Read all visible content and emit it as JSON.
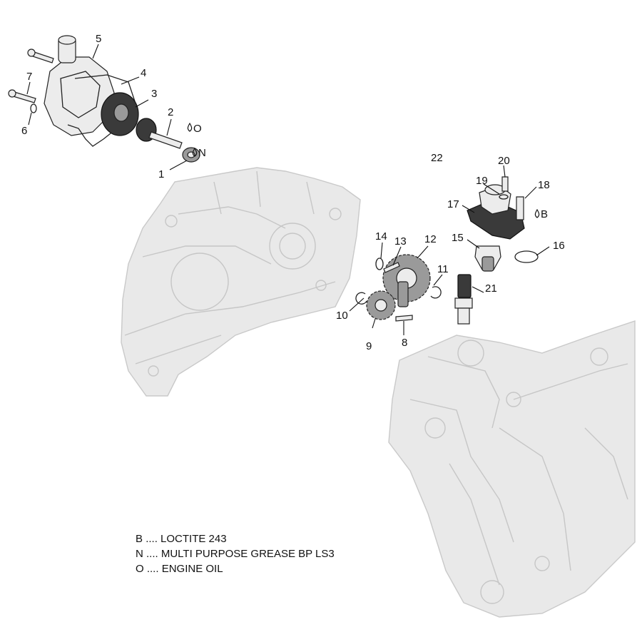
{
  "diagram": {
    "callouts": [
      {
        "id": "c1",
        "label": "1"
      },
      {
        "id": "c2",
        "label": "2"
      },
      {
        "id": "c3",
        "label": "3"
      },
      {
        "id": "c4",
        "label": "4"
      },
      {
        "id": "c5",
        "label": "5"
      },
      {
        "id": "c6",
        "label": "6"
      },
      {
        "id": "c7",
        "label": "7"
      },
      {
        "id": "c8",
        "label": "8"
      },
      {
        "id": "c9",
        "label": "9"
      },
      {
        "id": "c10",
        "label": "10"
      },
      {
        "id": "c11",
        "label": "11"
      },
      {
        "id": "c12",
        "label": "12"
      },
      {
        "id": "c13",
        "label": "13"
      },
      {
        "id": "c14",
        "label": "14"
      },
      {
        "id": "c15",
        "label": "15"
      },
      {
        "id": "c16",
        "label": "16"
      },
      {
        "id": "c17",
        "label": "17"
      },
      {
        "id": "c18",
        "label": "18"
      },
      {
        "id": "c19",
        "label": "19"
      },
      {
        "id": "c20",
        "label": "20"
      },
      {
        "id": "c21",
        "label": "21"
      },
      {
        "id": "c22",
        "label": "22"
      }
    ],
    "lube_marks": [
      {
        "id": "m2",
        "code": "O"
      },
      {
        "id": "m1",
        "code": "N"
      },
      {
        "id": "m18",
        "code": "B"
      }
    ]
  },
  "legend": [
    {
      "code": "B",
      "separator": "....",
      "text": "LOCTITE 243"
    },
    {
      "code": "N",
      "separator": "....",
      "text": "MULTI PURPOSE GREASE BP LS3"
    },
    {
      "code": "O",
      "separator": "....",
      "text": "ENGINE OIL"
    }
  ]
}
